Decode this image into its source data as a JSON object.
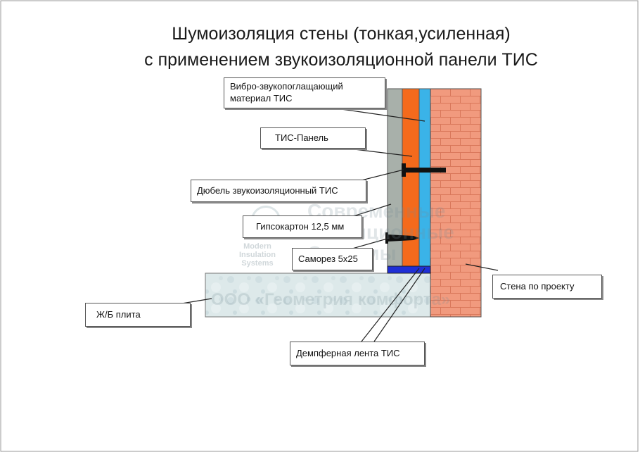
{
  "title": {
    "line1": "Шумоизоляция стены (тонкая,усиленная)",
    "line2": "с применением звукоизоляционной панели ТИС"
  },
  "labels": {
    "vibro_line1": "Вибро-звукопоглащающий",
    "vibro_line2": "материал ТИС",
    "tis_panel": "ТИС-Панель",
    "dowel": "Дюбель звукоизоляционный ТИС",
    "drywall": "Гипсокартон 12,5 мм",
    "screw": "Саморез 5х25",
    "wall": "Стена по проекту",
    "slab": "Ж/Б плита",
    "damper": "Демпферная лента ТИС"
  },
  "watermark": {
    "line1": "Современные",
    "line2": "Изоляционные",
    "line3": "Системы",
    "company": "ООО «Геометрия комфорта»",
    "logo_line1": "Modern",
    "logo_line2": "Insulation",
    "logo_line3": "Systems"
  },
  "colors": {
    "drywall": "#a8b0aa",
    "tis_panel": "#f46a1c",
    "vibro": "#3ab3e8",
    "brick": "#f19a7e",
    "mortar": "#d9775a",
    "slab": "#d8e6e8",
    "damper": "#1f2fd6"
  }
}
